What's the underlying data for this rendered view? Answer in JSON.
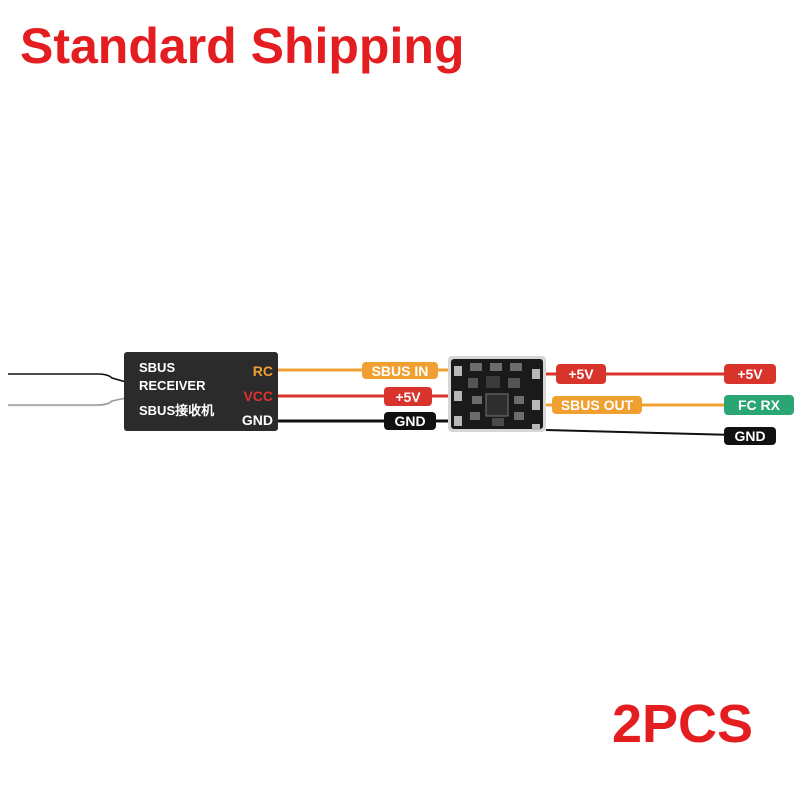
{
  "header": {
    "title": "Standard Shipping"
  },
  "footer": {
    "quantity": "2PCS"
  },
  "receiver": {
    "line1": "SBUS",
    "line2": "RECEIVER",
    "line3": "SBUS接收机",
    "pins": {
      "rc": "RC",
      "vcc": "VCC",
      "gnd": "GND"
    }
  },
  "input_labels": {
    "sbus_in": "SBUS IN",
    "plus5v": "+5V",
    "gnd": "GND"
  },
  "output_labels": {
    "plus5v": "+5V",
    "sbus_out": "SBUS OUT"
  },
  "fc_labels": {
    "plus5v": "+5V",
    "fc_rx": "FC RX",
    "gnd": "GND"
  },
  "colors": {
    "headline_red": "#e41e20",
    "signal_orange": "#f0a030",
    "power_red": "#d8342c",
    "ground_black": "#111111",
    "fc_green": "#2aa574",
    "receiver_body": "#2b2b2b"
  }
}
